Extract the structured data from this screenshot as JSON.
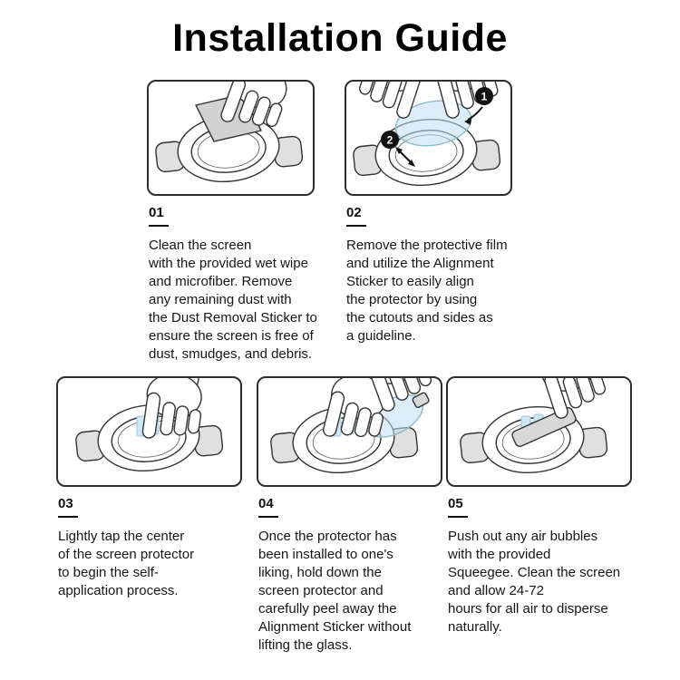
{
  "title": "Installation Guide",
  "steps": [
    {
      "number": "01",
      "text": "Clean the screen\nwith the provided wet wipe\nand microfiber. Remove\nany remaining dust with\nthe Dust Removal Sticker to\nensure the screen is free of\ndust, smudges, and debris."
    },
    {
      "number": "02",
      "text": "Remove the protective film\nand utilize the Alignment\nSticker to easily align\nthe protector by using\nthe cutouts and sides as\na guideline."
    },
    {
      "number": "03",
      "text": "Lightly tap the center\nof the screen protector\nto begin the self-\napplication process."
    },
    {
      "number": "04",
      "text": "Once the protector has\nbeen installed to one's\nliking, hold down the\nscreen protector and\ncarefully peel away the\nAlignment Sticker without\nlifting the glass."
    },
    {
      "number": "05",
      "text": "Push out any air bubbles\nwith the provided\nSqueegee. Clean the screen\nand allow 24-72\nhours for all air to disperse\nnaturally."
    }
  ],
  "step2_badges": {
    "one": "1",
    "two": "2"
  },
  "colors": {
    "line": "#333333",
    "strap_gray": "#e0e0e0",
    "wipe_gray": "#d2d2d2",
    "film_blue": "#cfe7f4",
    "badge_black": "#111111"
  }
}
